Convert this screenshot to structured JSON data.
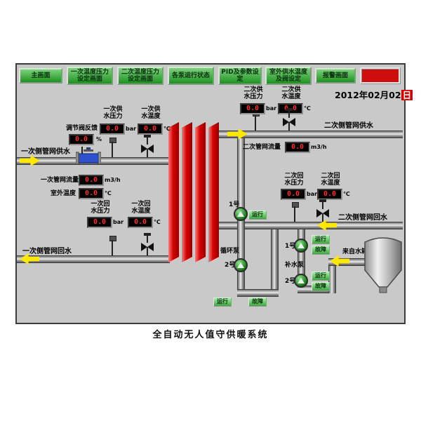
{
  "header": {
    "date": "2012年02月02",
    "date_day": "日",
    "nav": [
      {
        "label": "主画面"
      },
      {
        "label": "一次温度压力设定画面"
      },
      {
        "label": "二次温度压力设定画面"
      },
      {
        "label": "各泵运行状态"
      },
      {
        "label": "PID及参数设定"
      },
      {
        "label": "室外供水温度及阀设定"
      },
      {
        "label": "报警画面"
      }
    ]
  },
  "caption": "全自动无人值守供暖系统",
  "meters": {
    "valve_feedback": {
      "label": "调节阀反馈",
      "value": "0.0",
      "unit": "%"
    },
    "primary_supply_pressure": {
      "label": "一次供水压力",
      "value": "0.0",
      "unit": "bar"
    },
    "primary_supply_temp": {
      "label": "一次供水温度",
      "value": "0.0",
      "unit": "℃"
    },
    "secondary_supply_pressure": {
      "label": "二次供水压力",
      "value": "0.0",
      "unit": "bar"
    },
    "secondary_supply_temp": {
      "label": "二次供水温度",
      "value": "0.0",
      "unit": "℃"
    },
    "secondary_flow": {
      "label": "二次管网流量",
      "value": "0.0",
      "unit": "m3/h"
    },
    "primary_flow": {
      "label": "一次管网流量",
      "value": "0.0",
      "unit": "m3/h"
    },
    "outdoor_temp": {
      "label": "室外温度",
      "value": "0.0",
      "unit": "℃"
    },
    "primary_return_pressure": {
      "label": "一次回水压力",
      "value": "0.0",
      "unit": "bar"
    },
    "primary_return_temp": {
      "label": "一次回水温度",
      "value": "0.0",
      "unit": "℃"
    },
    "secondary_return_pressure": {
      "label": "二次回水压力",
      "value": "0.0",
      "unit": "bar"
    },
    "secondary_return_temp": {
      "label": "二次回水温度",
      "value": "0.0",
      "unit": "℃"
    }
  },
  "pipes": {
    "primary_supply": "一次侧管网供水",
    "secondary_supply": "二次侧管网供水",
    "primary_return": "一次侧管网回水",
    "secondary_return": "二次侧管网回水",
    "from_tank": "来自水箱"
  },
  "pumps": {
    "circulation": "循环泵",
    "makeup": "补水泵",
    "no1": "1号",
    "no2": "2号",
    "run": "运行",
    "fault": "故障"
  },
  "colors": {
    "alarm_red": "#cf0d0d",
    "button_green": "#1e9320",
    "exchanger_red": "#d80000",
    "value_red": "#ff2a2a",
    "flow_yellow": "#ffe800"
  }
}
